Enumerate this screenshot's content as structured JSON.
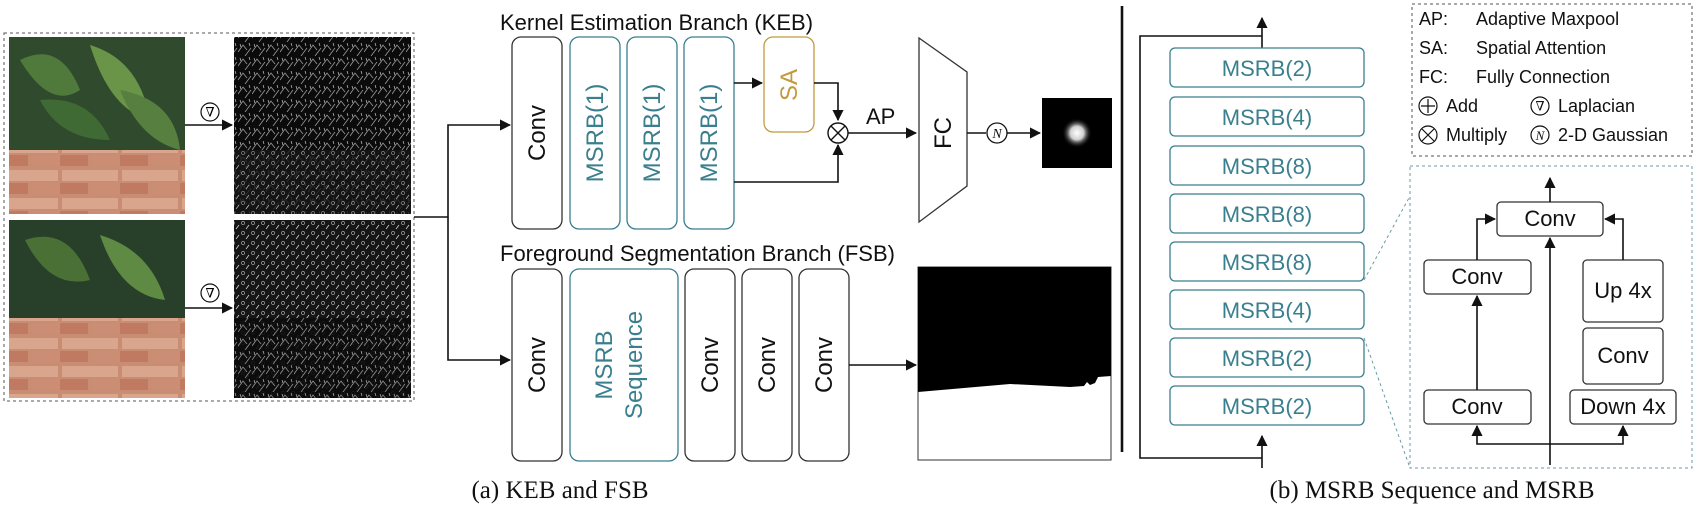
{
  "colors": {
    "teal": "#3a7f8e",
    "gold": "#c29a3f",
    "box_stroke": "#444444",
    "line": "#111111"
  },
  "keb": {
    "title": "Kernel Estimation Branch (KEB)",
    "conv": "Conv",
    "msrb1": "MSRB(1)",
    "msrb2": "MSRB(1)",
    "msrb3": "MSRB(1)",
    "sa": "SA",
    "ap": "AP",
    "fc": "FC"
  },
  "fsb": {
    "title": "Foreground Segmentation Branch (FSB)",
    "conv1": "Conv",
    "msrb_seq_line1": "MSRB",
    "msrb_seq_line2": "Sequence",
    "conv2": "Conv",
    "conv3": "Conv",
    "conv4": "Conv"
  },
  "symbols": {
    "laplacian": "∇",
    "gaussian": "N"
  },
  "sequence": [
    "MSRB(2)",
    "MSRB(4)",
    "MSRB(8)",
    "MSRB(8)",
    "MSRB(8)",
    "MSRB(4)",
    "MSRB(2)",
    "MSRB(2)"
  ],
  "legend": [
    {
      "abbr": "AP:",
      "desc": "Adaptive Maxpool"
    },
    {
      "abbr": "SA:",
      "desc": "Spatial Attention"
    },
    {
      "abbr": "FC:",
      "desc": "Fully Connection"
    }
  ],
  "legend_ops": {
    "add": "Add",
    "laplacian": "Laplacian",
    "multiply": "Multiply",
    "gaussian": "2-D Gaussian"
  },
  "msrb_detail": {
    "conv_top": "Conv",
    "conv_left_top": "Conv",
    "conv_left_bottom": "Conv",
    "up": "Up 4x",
    "conv_mid": "Conv",
    "down": "Down 4x"
  },
  "captions": {
    "a": "(a) KEB and FSB",
    "b": "(b) MSRB Sequence and MSRB"
  }
}
